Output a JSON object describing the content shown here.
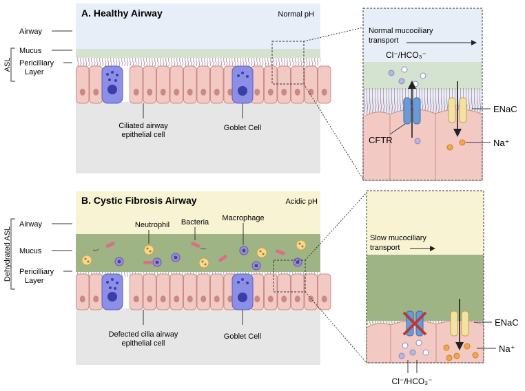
{
  "panel_a": {
    "title": "A.  Healthy Airway",
    "ph": "Normal pH",
    "layers": [
      "Airway",
      "Mucus",
      "Pericilliary",
      "Layer"
    ],
    "side_label": "ASL",
    "ciliated_label": [
      "Ciliated airway",
      "epithelial cell"
    ],
    "goblet_label": "Goblet Cell",
    "zoom": {
      "transport": [
        "Normal mucociliary",
        "transport"
      ],
      "ion_label": "Cl⁻/HCO₃⁻",
      "cftr": "CFTR",
      "enac": "ENaC",
      "na": "Na⁺"
    }
  },
  "panel_b": {
    "title": "B.  Cystic Fibrosis Airway",
    "ph": "Acidic pH",
    "layers": [
      "Airway",
      "Mucus",
      "Pericilliary",
      "Layer"
    ],
    "side_label": "Dehydrated ASL",
    "neutrophil": "Neutrophil",
    "bacteria": "Bacteria",
    "macrophage": "Macrophage",
    "defected_label": [
      "Defected cilia airway",
      "epithelial cell"
    ],
    "goblet_label": "Goblet Cell",
    "zoom": {
      "transport": [
        "Slow mucociliary",
        "transport"
      ],
      "ion_label": "Cl⁻/HCO₃⁻",
      "enac": "ENaC",
      "na": "Na⁺"
    }
  },
  "colors": {
    "airway_a": "#e8eef7",
    "airway_b": "#f7f3d3",
    "mucus_a": "#d4e3cf",
    "mucus_b": "#9fb485",
    "cell_fill": "#f3c9c4",
    "cell_stroke": "#c88d86",
    "goblet": "#8c8fe6",
    "cilia": "#b293a8",
    "cftr": "#6a9bd8",
    "enac": "#f4e3a0"
  }
}
